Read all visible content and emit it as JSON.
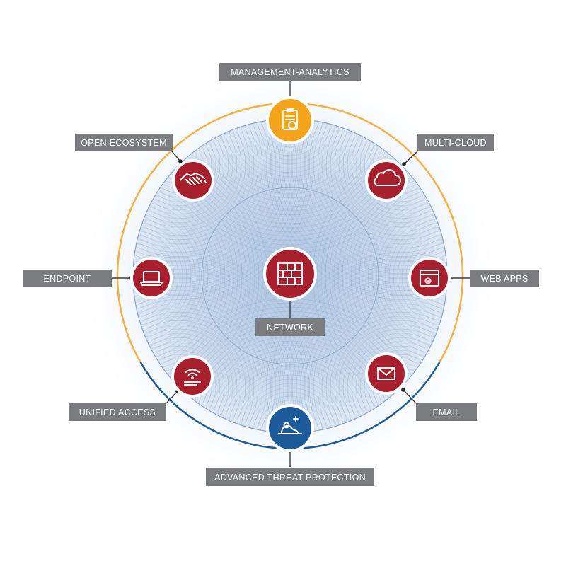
{
  "center": {
    "label": "NETWORK",
    "icon": "firewall-icon",
    "color": "#a8202e"
  },
  "nodes": [
    {
      "id": "management-analytics",
      "label": "MANAGEMENT-ANALYTICS",
      "icon": "clipboard-icon",
      "color": "#f5a31a"
    },
    {
      "id": "multi-cloud",
      "label": "MULTI-CLOUD",
      "icon": "cloud-icon",
      "color": "#a8202e"
    },
    {
      "id": "web-apps",
      "label": "WEB APPS",
      "icon": "browser-gear-icon",
      "color": "#a8202e"
    },
    {
      "id": "email",
      "label": "EMAIL",
      "icon": "envelope-icon",
      "color": "#a8202e"
    },
    {
      "id": "advanced-threat-protection",
      "label": "ADVANCED THREAT PROTECTION",
      "icon": "sandbox-icon",
      "color": "#1d5a9a"
    },
    {
      "id": "unified-access",
      "label": "UNIFIED ACCESS",
      "icon": "wifi-icon",
      "color": "#a8202e"
    },
    {
      "id": "endpoint",
      "label": "ENDPOINT",
      "icon": "laptop-icon",
      "color": "#a8202e"
    },
    {
      "id": "open-ecosystem",
      "label": "OPEN ECOSYSTEM",
      "icon": "handshake-icon",
      "color": "#a8202e"
    }
  ],
  "colors": {
    "label_background": "#7b7c7f",
    "upper_arc": "#f0b04a",
    "lower_arc": "#1d5a9a",
    "mesh": "#6f95c2"
  }
}
